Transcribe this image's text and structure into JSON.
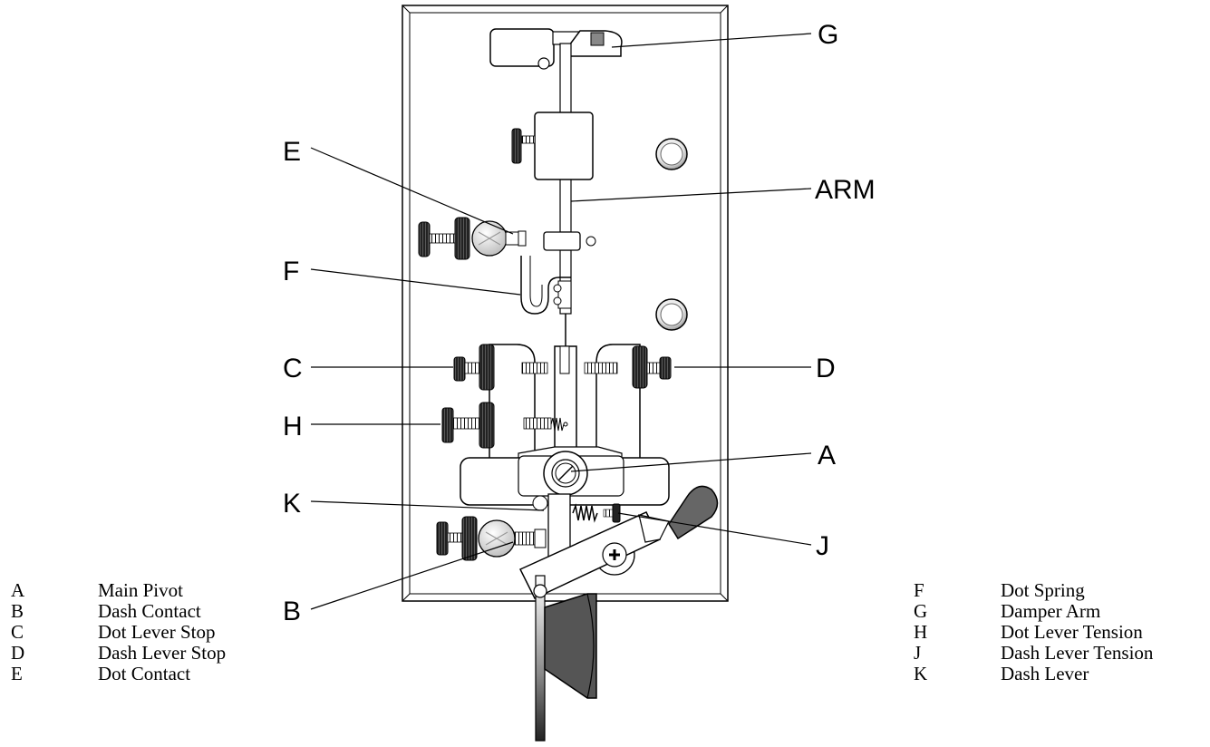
{
  "callouts": {
    "G": "G",
    "E": "E",
    "ARM": "ARM",
    "F": "F",
    "C": "C",
    "D": "D",
    "H": "H",
    "A": "A",
    "K": "K",
    "J": "J",
    "B": "B"
  },
  "legend_left": [
    {
      "letter": "A",
      "label": "Main Pivot"
    },
    {
      "letter": "B",
      "label": "Dash Contact"
    },
    {
      "letter": "C",
      "label": "Dot Lever Stop"
    },
    {
      "letter": "D",
      "label": "Dash Lever Stop"
    },
    {
      "letter": "E",
      "label": "Dot Contact"
    }
  ],
  "legend_right": [
    {
      "letter": "F",
      "label": "Dot Spring"
    },
    {
      "letter": "G",
      "label": "Damper Arm"
    },
    {
      "letter": "H",
      "label": "Dot Lever Tension"
    },
    {
      "letter": "J",
      "label": "Dash Lever Tension"
    },
    {
      "letter": "K",
      "label": "Dash Lever"
    }
  ]
}
